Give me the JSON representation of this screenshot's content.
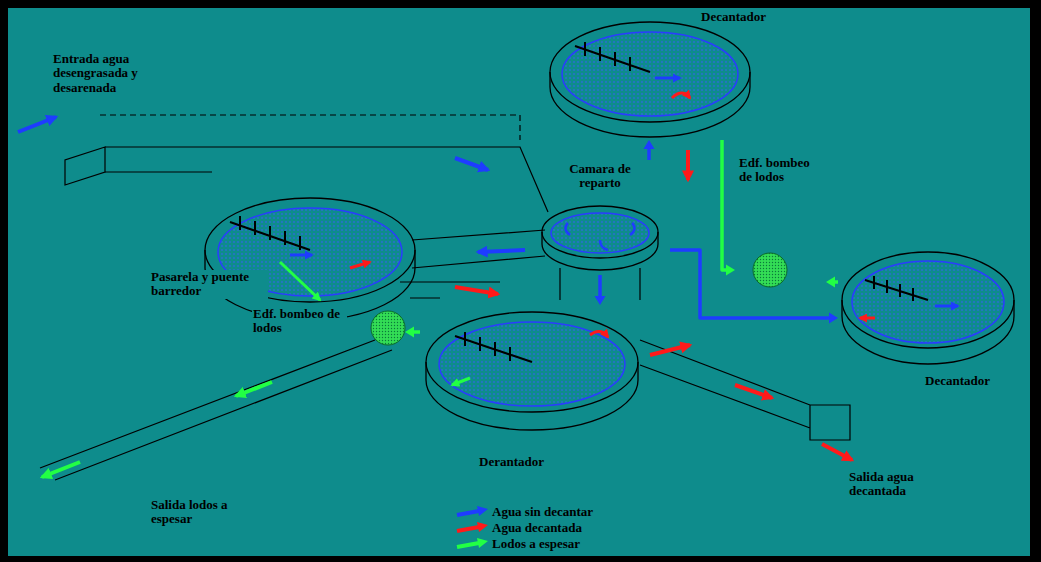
{
  "diagram": {
    "nodes": [
      {
        "text": [
          "Decantador"
        ]
      },
      {
        "text": [
          "Camara de reparto"
        ]
      },
      {
        "text": [
          "Edf. bombeo de lodos"
        ]
      },
      {
        "text": [
          "Decantador"
        ]
      },
      {
        "text": [
          "Edf. bombeo de lodos"
        ]
      },
      {
        "text": [
          "Derantador"
        ]
      }
    ],
    "edges": [
      {
        "from": 1,
        "to": 0,
        "arrow": "to"
      },
      {
        "from": 1,
        "to": 3,
        "arrow": "to"
      },
      {
        "from": 1,
        "to": 5,
        "arrow": "to"
      },
      {
        "from": 0,
        "to": 2,
        "arrow": "to"
      },
      {
        "from": 3,
        "to": 2,
        "arrow": "to"
      },
      {
        "from": 5,
        "to": 4,
        "arrow": "to"
      }
    ],
    "labels": [
      "Entrada agua desengrasada y desarenada",
      "Pasarela y puente barredor",
      "Salida lodos a espesar",
      "Salida agua decantada"
    ],
    "legend": [
      {
        "text": "Agua sin decantar",
        "color": "#1e3cff"
      },
      {
        "text": "Agua decantada",
        "color": "#ff1a1a"
      },
      {
        "text": "Lodos a espesar",
        "color": "#22ff44"
      }
    ]
  }
}
